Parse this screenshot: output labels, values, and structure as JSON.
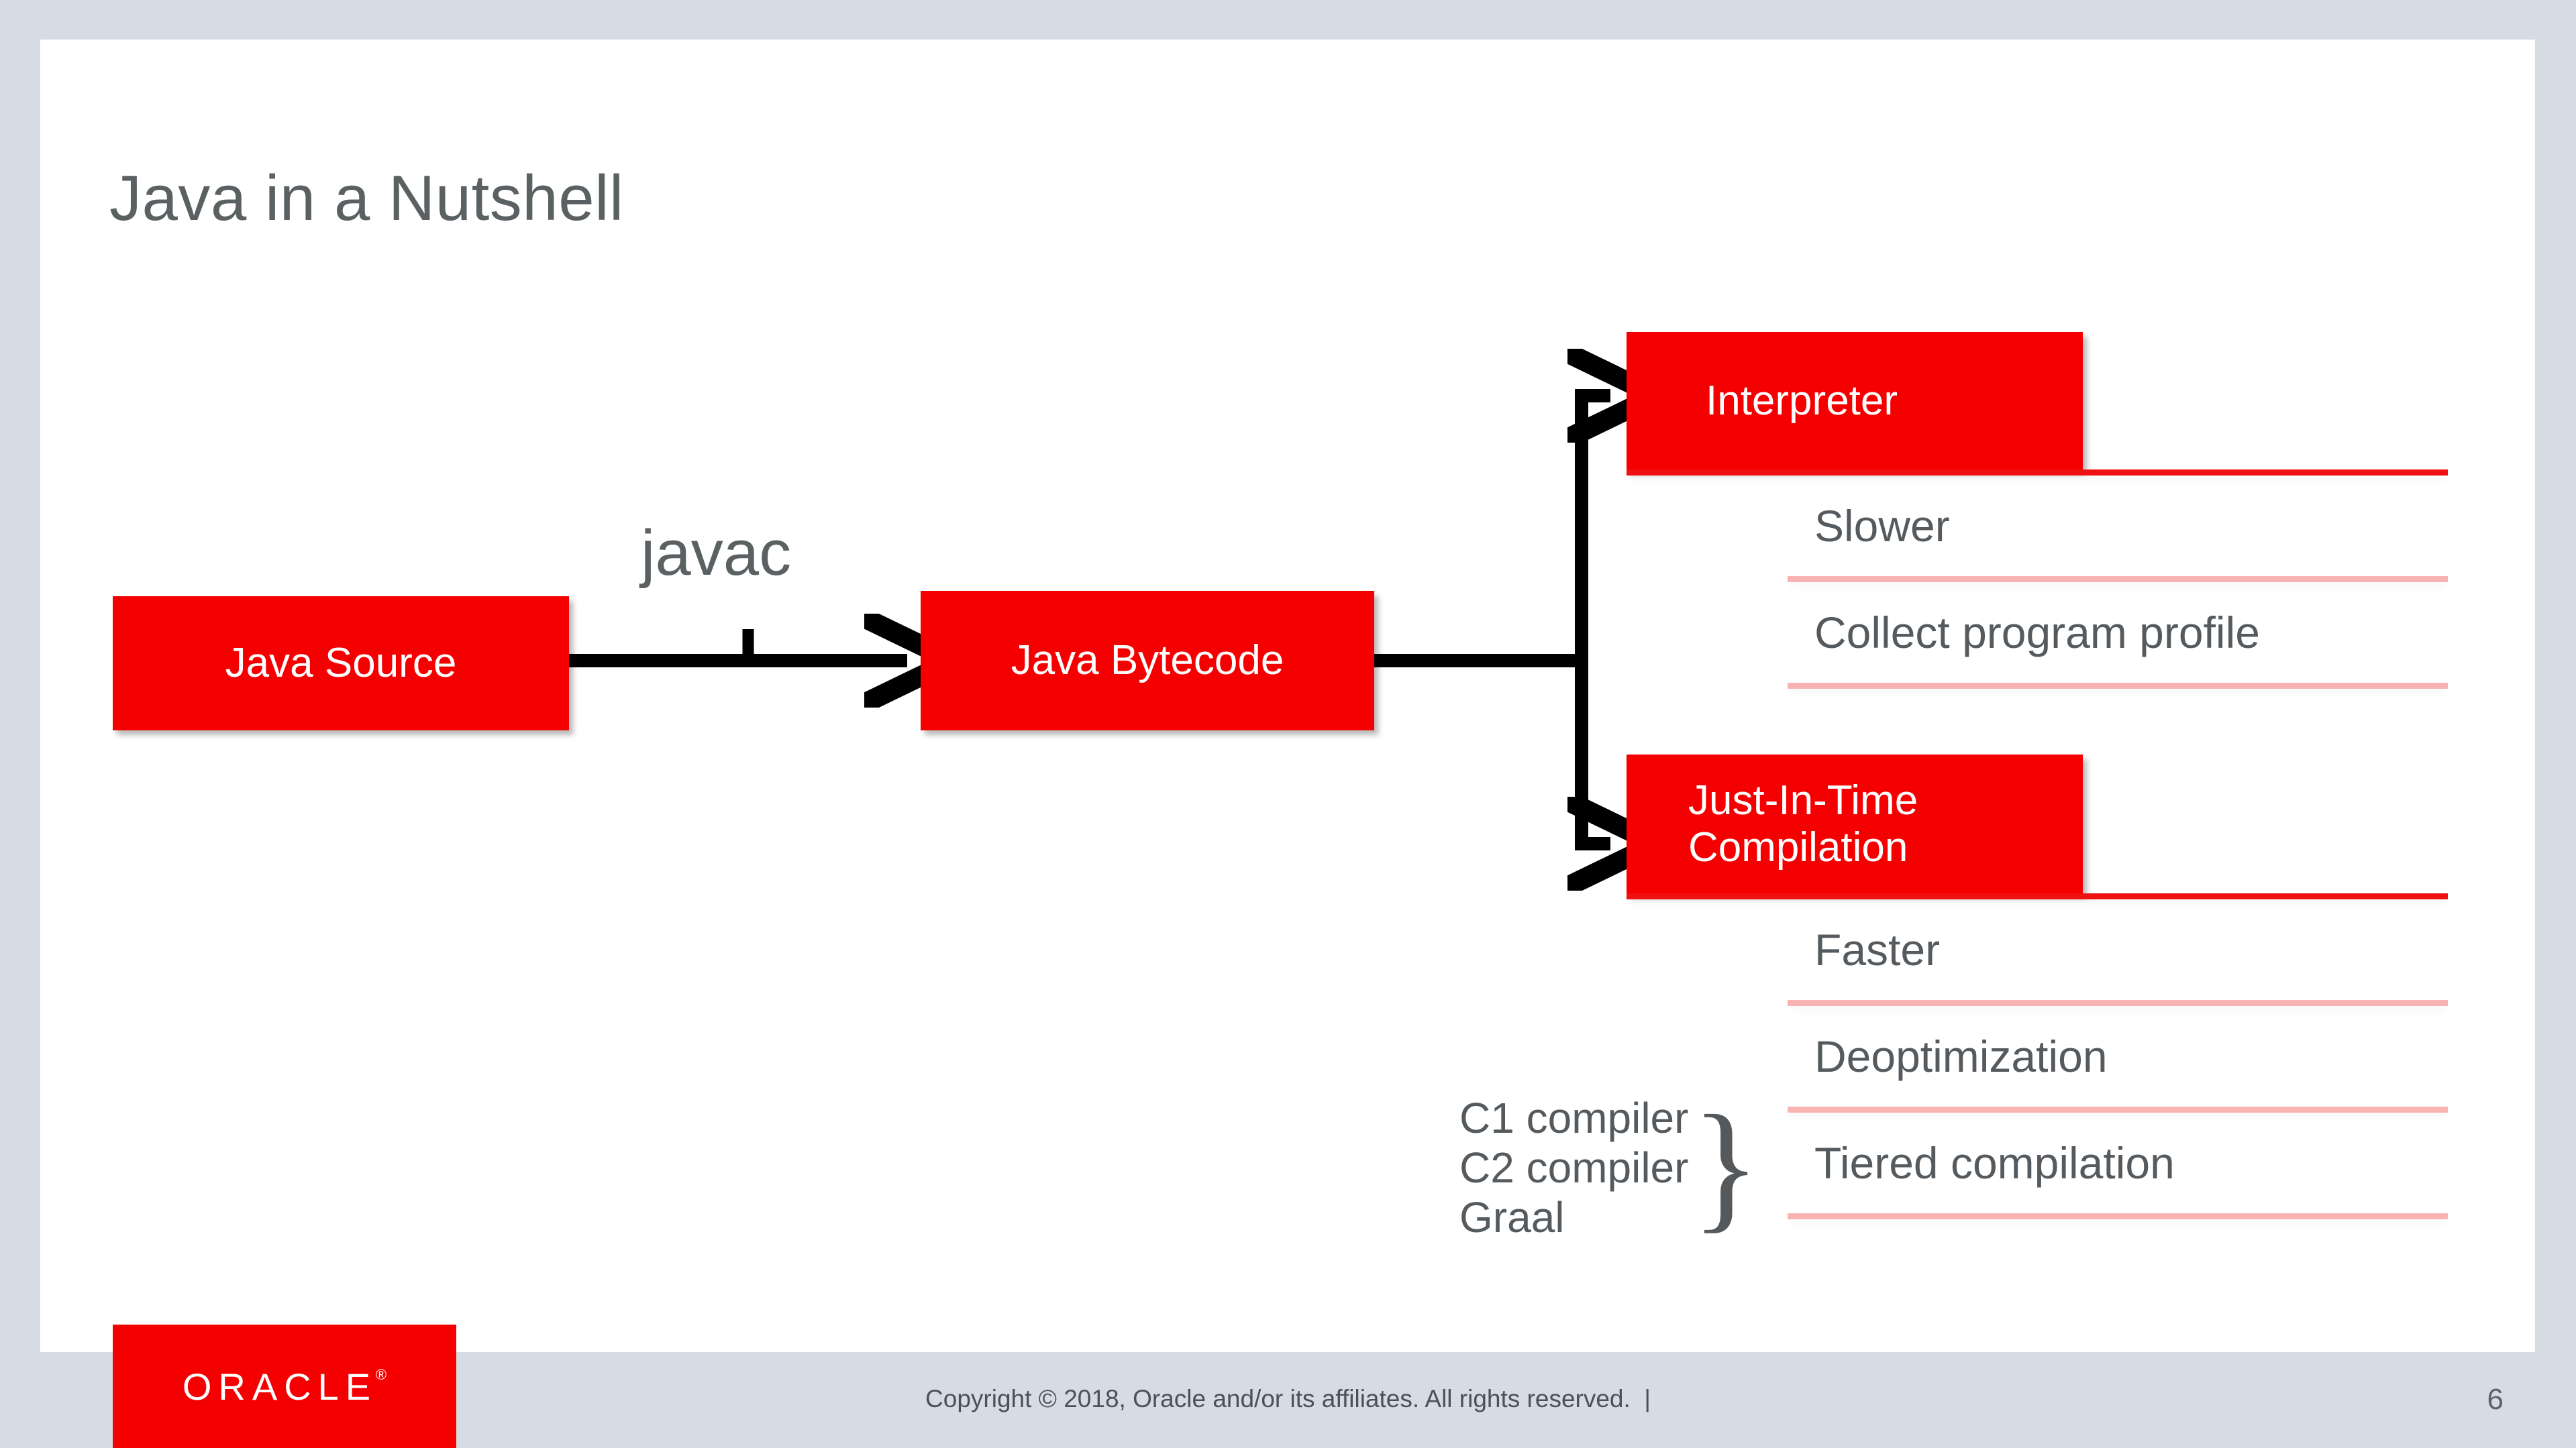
{
  "slide": {
    "title": "Java in a Nutshell",
    "page_number": "6",
    "background_color": "#d6dce4",
    "canvas_color": "#ffffff",
    "accent_red": "#f50000",
    "rule_red": "#ef1111",
    "rule_pink": "#f9b3b3",
    "text_grey": "#555a5e"
  },
  "flow": {
    "source_box": {
      "label": "Java Source"
    },
    "bytecode_box": {
      "label": "Java Bytecode"
    },
    "compile_arrow_label": "javac",
    "branches": [
      {
        "box_label": "Interpreter",
        "items": [
          "Slower",
          "Collect program profile"
        ]
      },
      {
        "box_label": "Just-In-Time\nCompilation",
        "items": [
          "Faster",
          "Deoptimization",
          "Tiered compilation"
        ]
      }
    ]
  },
  "compilers": {
    "names": [
      "C1 compiler",
      "C2 compiler",
      "Graal"
    ],
    "brace": "}"
  },
  "footer": {
    "logo_text": "ORACLE",
    "logo_registered": "®",
    "copyright": "Copyright © 2018, Oracle and/or its affiliates. All rights reserved.  |"
  }
}
